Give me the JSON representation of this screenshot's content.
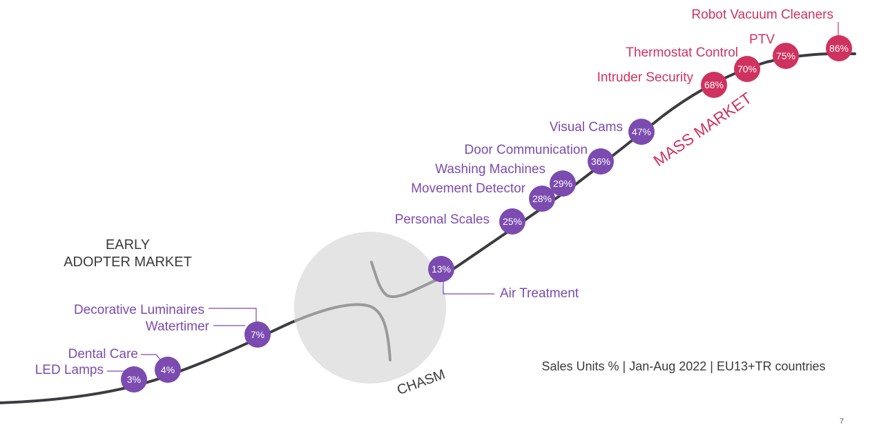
{
  "regions": {
    "early_line1": "EARLY",
    "early_line2": "ADOPTER MARKET",
    "chasm": "CHASM",
    "mass": "MASS MARKET"
  },
  "caption": "Sales Units % | Jan-Aug 2022 | EU13+TR countries",
  "page_number": "7",
  "colors": {
    "curve": "#3b3b40",
    "early_segment": "#7b4bb0",
    "mass_segment": "#d0325f",
    "chasm_circle": "#e4e4e4",
    "chasm_glyph": "#8f8f8f"
  },
  "products": [
    {
      "name": "LED Lamps",
      "share": "3%",
      "segment": "early"
    },
    {
      "name": "Dental Care",
      "share": "4%",
      "segment": "early"
    },
    {
      "name": "Decorative Luminaires",
      "share": "7%",
      "segment": "early"
    },
    {
      "name": "Watertimer",
      "share": "7%",
      "segment": "early"
    },
    {
      "name": "Air Treatment",
      "share": "13%",
      "segment": "early"
    },
    {
      "name": "Personal Scales",
      "share": "25%",
      "segment": "early"
    },
    {
      "name": "Movement Detector",
      "share": "28%",
      "segment": "early"
    },
    {
      "name": "Washing Machines",
      "share": "29%",
      "segment": "early"
    },
    {
      "name": "Door Communication",
      "share": "36%",
      "segment": "early"
    },
    {
      "name": "Visual Cams",
      "share": "47%",
      "segment": "early"
    },
    {
      "name": "Intruder Security",
      "share": "68%",
      "segment": "mass"
    },
    {
      "name": "Thermostat Control",
      "share": "70%",
      "segment": "mass"
    },
    {
      "name": "PTV",
      "share": "75%",
      "segment": "mass"
    },
    {
      "name": "Robot Vacuum Cleaners",
      "share": "86%",
      "segment": "mass"
    }
  ]
}
